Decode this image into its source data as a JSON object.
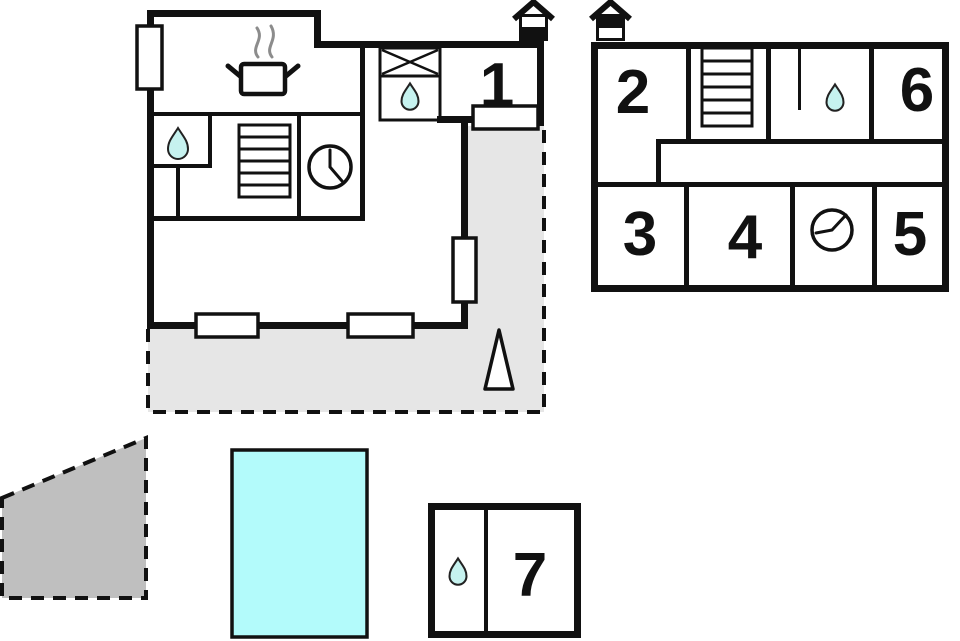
{
  "plan": {
    "type": "vacation-house floor plan",
    "views": [
      "ground-floor",
      "upper-floor",
      "annex",
      "pool",
      "terrace",
      "garden-patch"
    ]
  },
  "labels": {
    "room1": "1",
    "room2": "2",
    "room3": "3",
    "room4": "4",
    "room5": "5",
    "room6": "6",
    "room7": "7"
  },
  "icons": {
    "stove": "cooking pot with steam",
    "stairs": "staircase treads",
    "clock": "clock face with hands",
    "water_drop": "water drop (sanitary)",
    "shower": "square with X cross",
    "ground_level_indicator": "house glyph, lower storey filled black",
    "upper_level_indicator": "house glyph, upper storey filled black",
    "north_marker": "tall narrow triangle"
  },
  "colors": {
    "background": "#ffffff",
    "wall": "#111111",
    "terrace_fill": "#e6e6e6",
    "garden_fill": "#bfbfbf",
    "pool_fill": "#b3fbfb",
    "water_drop_fill": "#c6f2ef",
    "steam": "#8c8c8c"
  }
}
